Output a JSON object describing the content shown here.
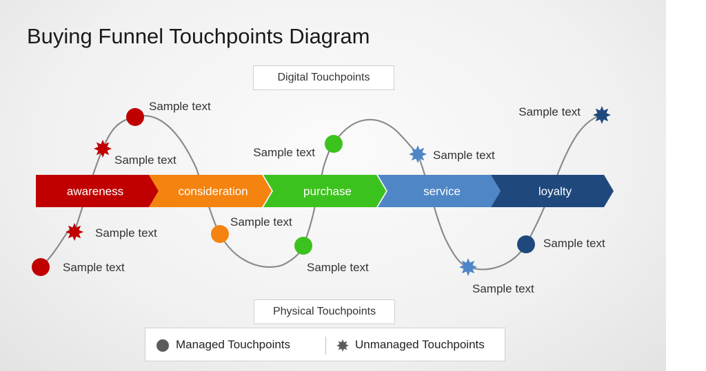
{
  "title": "Buying Funnel Touchpoints Diagram",
  "digital_label": "Digital Touchpoints",
  "physical_label": "Physical Touchpoints",
  "stages": [
    {
      "label": "awareness",
      "color": "#c00000"
    },
    {
      "label": "consideration",
      "color": "#f4830f"
    },
    {
      "label": "purchase",
      "color": "#3cc21e"
    },
    {
      "label": "service",
      "color": "#4f86c6"
    },
    {
      "label": "loyalty",
      "color": "#1f497d"
    }
  ],
  "touchpoints": [
    {
      "type": "managed",
      "color": "#c00000",
      "label": "Sample text"
    },
    {
      "type": "unmanaged",
      "color": "#c00000",
      "label": "Sample text"
    },
    {
      "type": "unmanaged",
      "color": "#c00000",
      "label": "Sample text"
    },
    {
      "type": "managed",
      "color": "#c00000",
      "label": "Sample text"
    },
    {
      "type": "managed",
      "color": "#f4830f",
      "label": "Sample text"
    },
    {
      "type": "managed",
      "color": "#3cc21e",
      "label": "Sample text"
    },
    {
      "type": "managed",
      "color": "#3cc21e",
      "label": "Sample text"
    },
    {
      "type": "unmanaged",
      "color": "#4f86c6",
      "label": "Sample text"
    },
    {
      "type": "unmanaged",
      "color": "#4f86c6",
      "label": "Sample text"
    },
    {
      "type": "managed",
      "color": "#1f497d",
      "label": "Sample text"
    },
    {
      "type": "unmanaged",
      "color": "#1f497d",
      "label": "Sample text"
    }
  ],
  "legend": {
    "managed": "Managed Touchpoints",
    "unmanaged": "Unmanaged Touchpoints",
    "managed_icon": "circle-icon",
    "unmanaged_icon": "star-icon",
    "icon_color": "#5b5b5b"
  }
}
